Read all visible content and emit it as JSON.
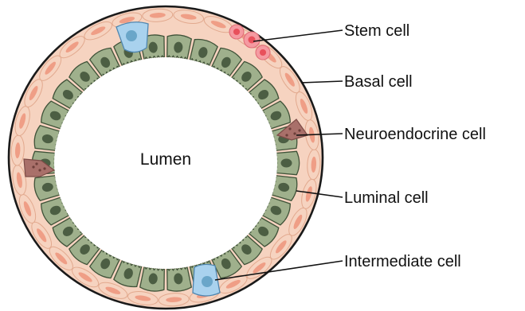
{
  "diagram": {
    "center_label": "Lumen",
    "labels": {
      "stem": "Stem cell",
      "basal": "Basal cell",
      "neuroendocrine": "Neuroendocrine cell",
      "luminal": "Luminal cell",
      "intermediate": "Intermediate cell"
    },
    "colors": {
      "outer_membrane": "#1a1a1a",
      "basal_fill": "#f6d3c0",
      "basal_nucleus": "#ef9e86",
      "luminal_fill": "#9fb08c",
      "luminal_stroke": "#3f5238",
      "luminal_nucleus": "#4c5e43",
      "intermediate_fill": "#a9d2ee",
      "intermediate_nucleus": "#6aa6c9",
      "neuroendocrine_fill": "#a9706a",
      "stem_fill": "#f59aa1",
      "stem_nucleus": "#e8505b"
    }
  }
}
